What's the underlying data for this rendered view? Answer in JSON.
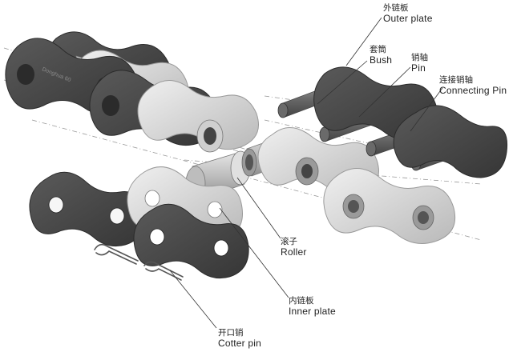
{
  "diagram": {
    "labels": {
      "outer_plate": {
        "zh": "外链板",
        "en": "Outer plate"
      },
      "bush": {
        "zh": "套筒",
        "en": "Bush"
      },
      "pin": {
        "zh": "销轴",
        "en": "Pin"
      },
      "connecting_pin": {
        "zh": "连接销轴",
        "en": "Connecting Pin"
      },
      "roller": {
        "zh": "滚子",
        "en": "Roller"
      },
      "inner_plate": {
        "zh": "内链板",
        "en": "Inner plate"
      },
      "cotter_pin": {
        "zh": "开口销",
        "en": "Cotter pin"
      }
    },
    "plate_marking": "Donghua 60"
  },
  "colors": {
    "dark_plate": "#4a4a4a",
    "dark_plate_edge": "#2b2b2b",
    "light_part": "#d9d9d9",
    "light_part_edge": "#9a9a9a",
    "leader_line": "#333333"
  }
}
